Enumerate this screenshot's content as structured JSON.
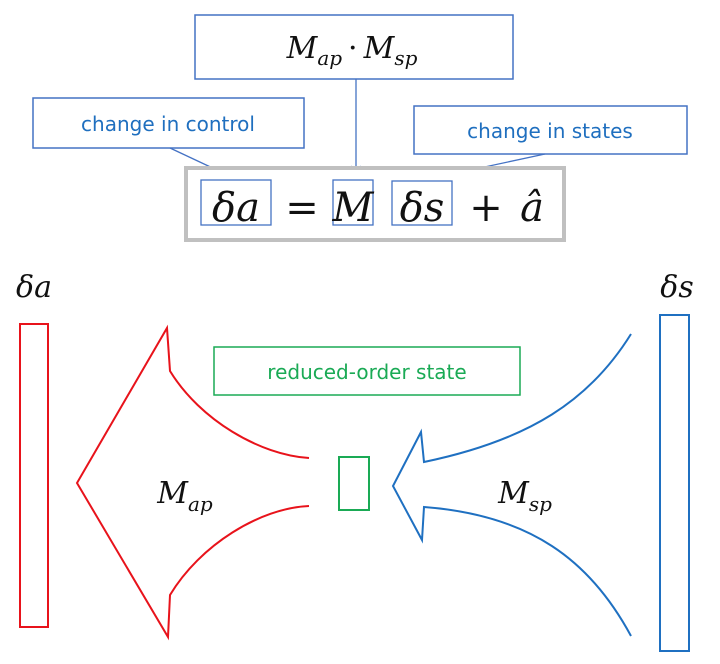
{
  "colors": {
    "callout_blue": "#4472c4",
    "label_blue": "#1f6fbf",
    "red": "#e8131b",
    "green": "#1aaa55",
    "steel_blue": "#1f70c1",
    "equation_frame": "#c0c0c0"
  },
  "top_box": {
    "M1": "M",
    "sub1": "ap",
    "dot": "·",
    "M2": "M",
    "sub2": "sp"
  },
  "callouts": {
    "control": "change in control",
    "states": "change in states"
  },
  "equation": {
    "delta_a": "δa",
    "equals": "=",
    "M": "M",
    "delta_s": "δs",
    "plus": "+",
    "a_hat": "â"
  },
  "diagram": {
    "left_vector_label": "δa",
    "right_vector_label": "δs",
    "reduced_label": "reduced-order state",
    "map": {
      "M": "M",
      "sub": "ap"
    },
    "msp": {
      "M": "M",
      "sub": "sp"
    }
  }
}
